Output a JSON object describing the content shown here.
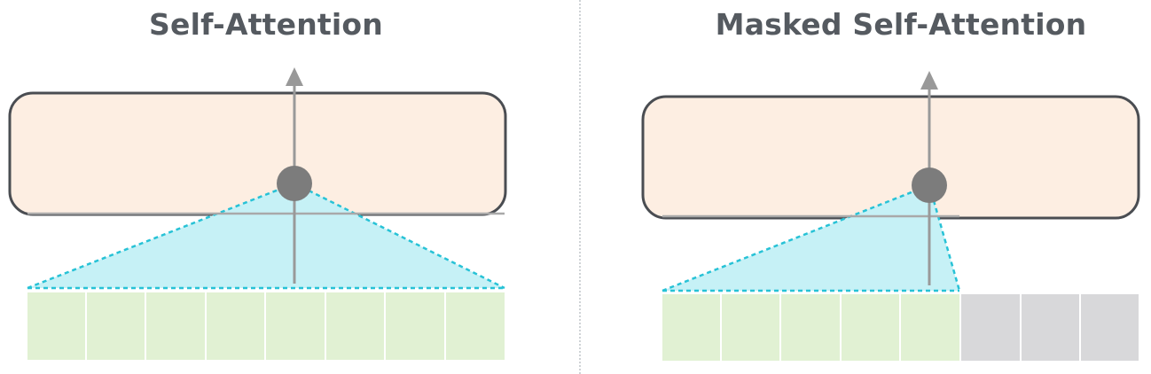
{
  "left": {
    "title": "Self-Attention",
    "token_count": 8,
    "visible_tokens": 8
  },
  "right": {
    "title": "Masked Self-Attention",
    "token_count": 8,
    "visible_tokens": 5
  },
  "colors": {
    "box_fill": "#fdeee2",
    "box_stroke": "#4a4d52",
    "attention_fill": "#c6f1f6",
    "attention_stroke": "#27c2d6",
    "token_visible": "#e1f1d3",
    "token_masked": "#d8d8da",
    "node": "#7c7c7c",
    "arrow": "#999999",
    "title": "#555a60"
  }
}
